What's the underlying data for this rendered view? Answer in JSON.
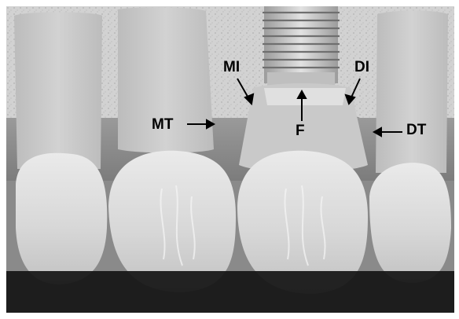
{
  "labels": {
    "mi": "MI",
    "di": "DI",
    "mt": "MT",
    "f": "F",
    "dt": "DT"
  },
  "colors": {
    "background": "#ffffff",
    "frame": "#000000",
    "bone": "#d6d6d6",
    "gingiva": "#8a8a8a",
    "tooth": "#c4c4c4",
    "crown_highlight": "#e6e6e6"
  }
}
